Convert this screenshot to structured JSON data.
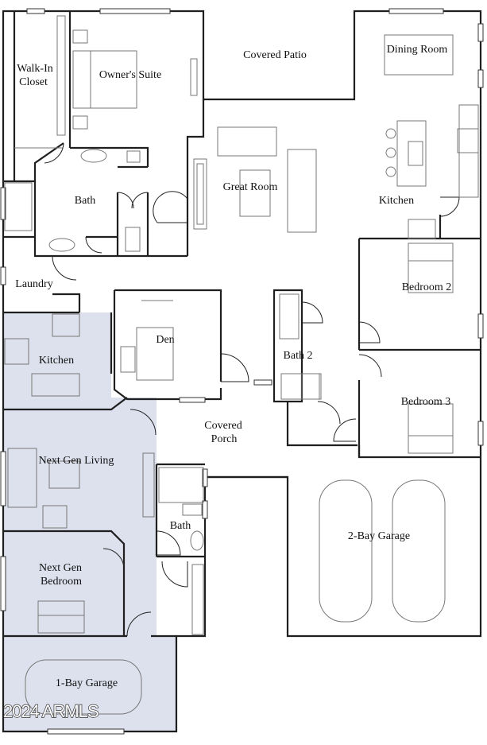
{
  "rooms": {
    "walk_in_closet": [
      "Walk-In",
      "Closet"
    ],
    "owners_suite": "Owner's Suite",
    "covered_patio": "Covered Patio",
    "dining_room": "Dining Room",
    "great_room": "Great Room",
    "kitchen": "Kitchen",
    "bath": "Bath",
    "laundry": "Laundry",
    "bedroom_2": "Bedroom 2",
    "den": "Den",
    "bath_2": "Bath 2",
    "nextgen_kitchen": "Kitchen",
    "bedroom_3": "Bedroom 3",
    "covered_porch": [
      "Covered",
      "Porch"
    ],
    "nextgen_living": "Next Gen Living",
    "nextgen_bath": "Bath",
    "garage_2bay": "2-Bay Garage",
    "nextgen_bedroom": [
      "Next Gen",
      "Bedroom"
    ],
    "garage_1bay": "1-Bay Garage"
  },
  "watermark": "2024 ARMLS",
  "colors": {
    "nextgen_shading": "#dde1ee",
    "walls": "#1f1f1f"
  }
}
